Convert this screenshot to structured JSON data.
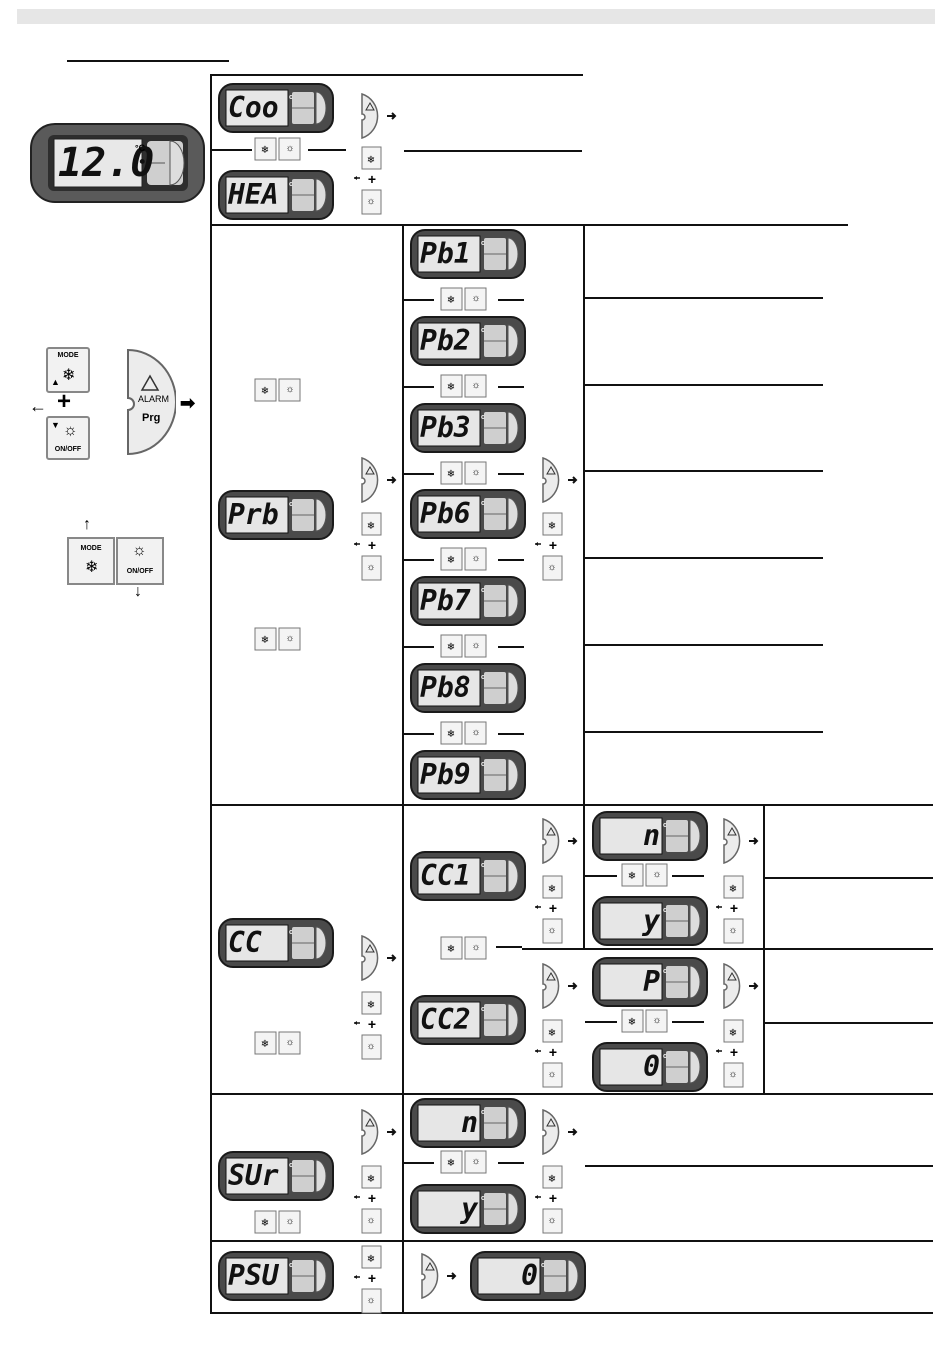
{
  "main_display": {
    "value": "12.0",
    "unit": "°C"
  },
  "legend": {
    "mode_label": "MODE",
    "onoff_label": "ON/OFF",
    "alarm_label": "ALARM",
    "prg_label": "Prg"
  },
  "mode_section": {
    "displays": [
      "Coo",
      "HEA"
    ]
  },
  "probe_section": {
    "root": "Prb",
    "probes": [
      "Pb1",
      "Pb2",
      "Pb3",
      "Pb6",
      "Pb7",
      "Pb8",
      "Pb9"
    ]
  },
  "cc_section": {
    "root": "CC",
    "items": [
      {
        "name": "CC1",
        "values": [
          "n",
          "y"
        ]
      },
      {
        "name": "CC2",
        "values": [
          "P",
          "0"
        ]
      }
    ]
  },
  "sur_section": {
    "root": "SUr",
    "values": [
      "n",
      "y"
    ]
  },
  "psu_section": {
    "root": "PSU",
    "value": "0"
  }
}
